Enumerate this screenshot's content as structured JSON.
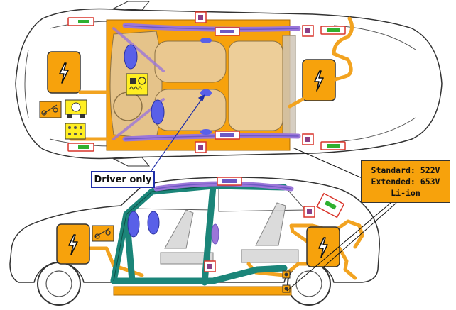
{
  "labels": {
    "driver_only": "Driver only",
    "battery_standard": "Standard: 522V",
    "battery_extended": "Extended: 653V",
    "battery_chemistry": "Li-ion"
  },
  "colors": {
    "battery_orange": "#f7a20c",
    "cable_orange": "#f2a320",
    "airbag_blue": "#5960e8",
    "roof_rail_purple": "#9b76d9",
    "reinforcement_teal": "#1b8579",
    "sensor_frame_red": "#d9342a",
    "sensor_green": "#2fb02f",
    "outline": "#333333",
    "callout_border": "#1f2ea8"
  },
  "icons": {
    "high_voltage": "lightning-bolt-icon",
    "airbag_module": "airbag-icon",
    "seatbelt_pretensioner": "pretensioner-icon",
    "gas_inflator": "inflator-icon",
    "control_unit": "control-unit-icon",
    "ultracapacitor": "capacitor-icon"
  }
}
